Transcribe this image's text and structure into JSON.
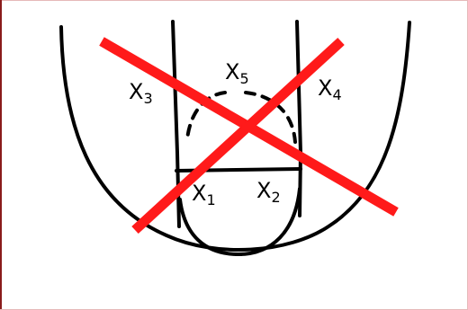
{
  "players": [
    {
      "letter": "X",
      "number": "3"
    },
    {
      "letter": "X",
      "number": "5"
    },
    {
      "letter": "X",
      "number": "4"
    },
    {
      "letter": "X",
      "number": "1"
    },
    {
      "letter": "X",
      "number": "2"
    }
  ],
  "colors": {
    "ink": "#000000",
    "cross_out": "#ff1a1a",
    "frame": "#8a1c1c",
    "background": "#ffffff"
  }
}
